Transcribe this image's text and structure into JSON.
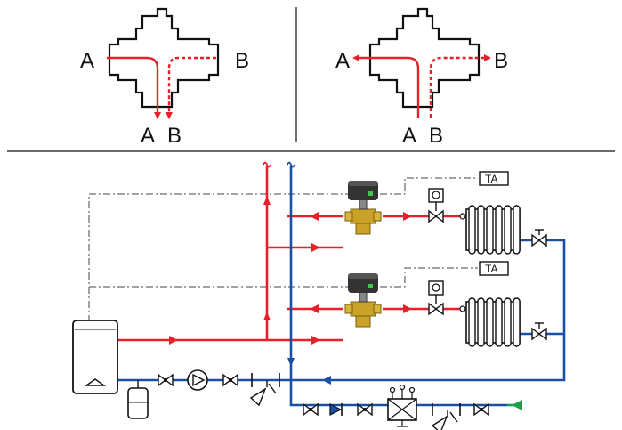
{
  "valve_diagrams": {
    "left": {
      "label_a_inlet": "A",
      "label_b_inlet": "B",
      "label_a_outlet": "A",
      "label_b_outlet": "B"
    },
    "right": {
      "label_a_outlet": "A",
      "label_b_outlet": "B",
      "label_a_inlet": "A",
      "label_b_inlet": "B"
    }
  },
  "schematic": {
    "thermostat_top": "TA",
    "thermostat_bottom": "TA"
  },
  "colors": {
    "supply": "#e8202a",
    "return": "#1a4fa8",
    "fill": "#18a048",
    "outline": "#111111",
    "valve_body": "#c9a227",
    "actuator": "#333333",
    "actuator_led": "#3cc84a"
  }
}
